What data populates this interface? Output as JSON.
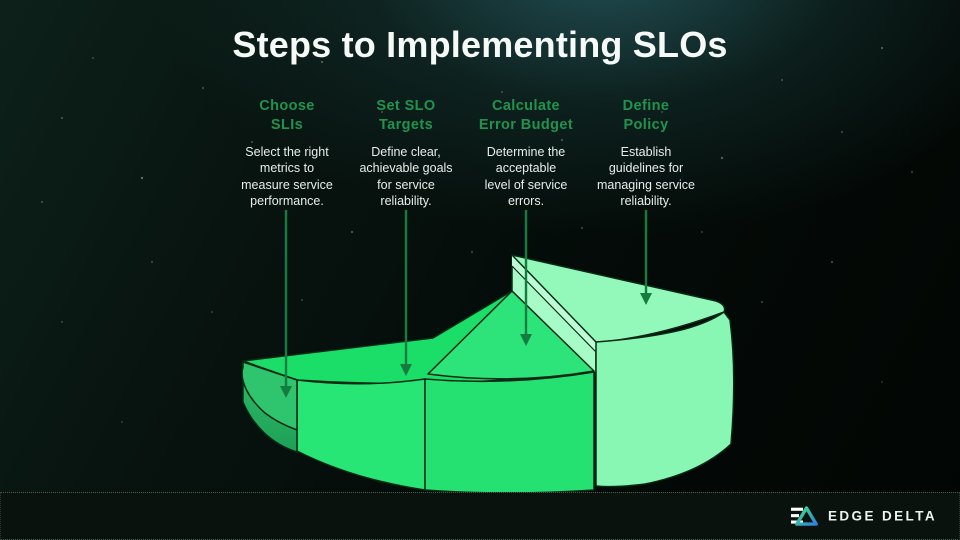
{
  "slide": {
    "title": "Steps to Implementing SLOs"
  },
  "steps": [
    {
      "title": "Choose\nSLIs",
      "description": "Select the right\nmetrics to\nmeasure service\nperformance."
    },
    {
      "title": "Set SLO\nTargets",
      "description": "Define clear,\nachievable goals\nfor service\nreliability."
    },
    {
      "title": "Calculate\nError Budget",
      "description": "Determine the\nacceptable\nlevel of service\nerrors."
    },
    {
      "title": "Define\nPolicy",
      "description": "Establish\nguidelines for\nmanaging service\nreliability."
    }
  ],
  "illustration": {
    "type": "3d-stepped-pie",
    "segment_labels": [
      "Choose SLIs",
      "Set SLO Targets",
      "Calculate Error Budget",
      "Define Policy"
    ],
    "palette": {
      "w1_top": "#2fc46e",
      "w1_side_hi": "#2cbd68",
      "w1_side_lo": "#1fa057",
      "w2_top": "#1ade68",
      "w2_front": "#28e676",
      "w3_cone": "#2de47b",
      "w3_front": "#25e171",
      "w4_band": "#a6fbc6",
      "w4_band_hi": "#bdfdd6",
      "w4_top": "#93f9ba",
      "w4_wall": "#87f7b3",
      "arrow": "#157c40"
    }
  },
  "footer": {
    "brand": "EDGE DELTA"
  },
  "colors": {
    "heading_green": "#20944f",
    "body_text": "#e8eeea",
    "title_text": "#f6faf7",
    "background_top": "#17383e",
    "background_bottom": "#020503"
  }
}
